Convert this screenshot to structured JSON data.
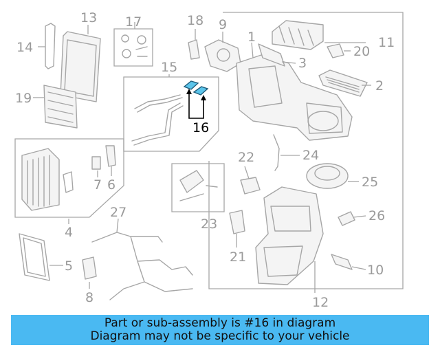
{
  "callouts": {
    "c1": "1",
    "c2": "2",
    "c3": "3",
    "c4": "4",
    "c5": "5",
    "c6": "6",
    "c7": "7",
    "c8": "8",
    "c9": "9",
    "c10": "10",
    "c11": "11",
    "c12": "12",
    "c13": "13",
    "c14": "14",
    "c15": "15",
    "c16": "16",
    "c17": "17",
    "c18": "18",
    "c19": "19",
    "c20": "20",
    "c21": "21",
    "c22": "22",
    "c23": "23",
    "c24": "24",
    "c25": "25",
    "c26": "26",
    "c27": "27"
  },
  "highlight": {
    "part": "16",
    "color": "#5bc4ea"
  },
  "banner": {
    "line1": "Part or sub-assembly is #16 in diagram",
    "line2": "Diagram may not be specific to your vehicle",
    "color": "#4ab9f2"
  }
}
